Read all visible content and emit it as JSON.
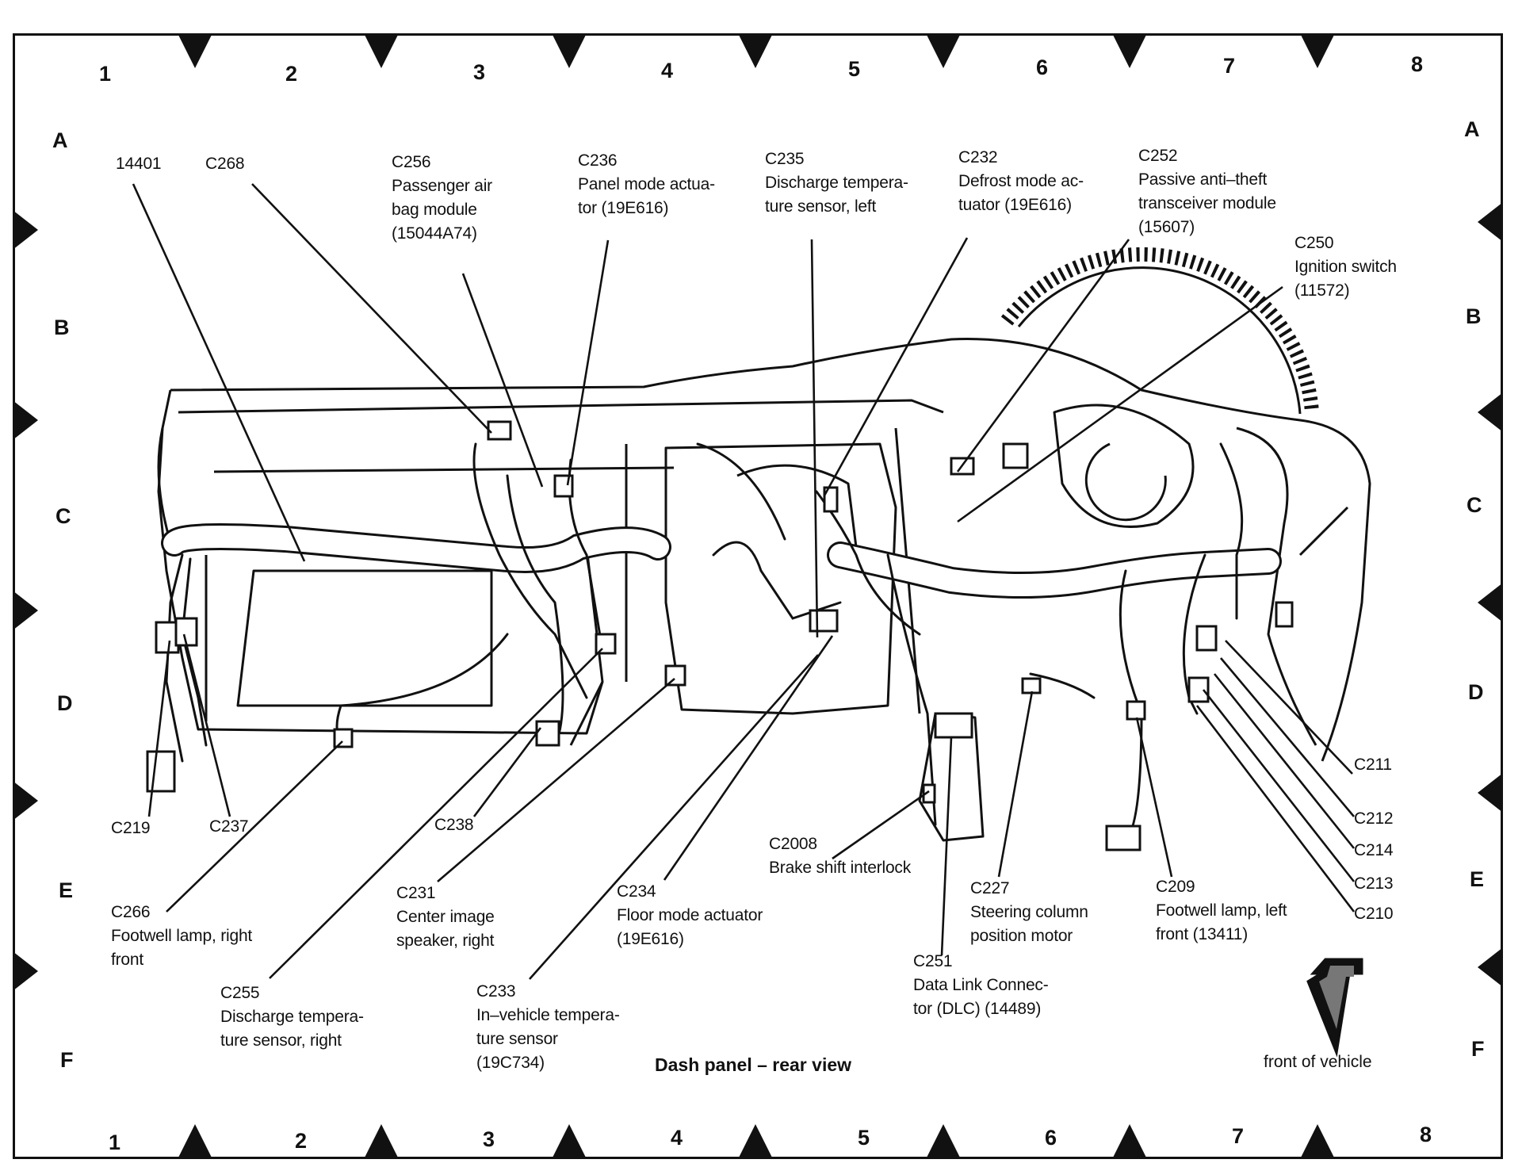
{
  "grid": {
    "columns": [
      "1",
      "2",
      "3",
      "4",
      "5",
      "6",
      "7",
      "8"
    ],
    "rows": [
      "A",
      "B",
      "C",
      "D",
      "E",
      "F"
    ]
  },
  "title": "Dash panel – rear view",
  "front_label": "front of vehicle",
  "callouts": {
    "c14401": [
      "14401"
    ],
    "c268": [
      "C268"
    ],
    "c256": [
      "C256",
      "Passenger air",
      "bag module",
      "(15044A74)"
    ],
    "c236": [
      "C236",
      "Panel mode actua-",
      "tor (19E616)"
    ],
    "c235": [
      "C235",
      "Discharge tempera-",
      "ture sensor, left"
    ],
    "c232": [
      "C232",
      "Defrost mode ac-",
      "tuator (19E616)"
    ],
    "c252": [
      "C252",
      "Passive anti–theft",
      "transceiver module",
      "(15607)"
    ],
    "c250": [
      "C250",
      "Ignition switch",
      "(11572)"
    ],
    "c219": [
      "C219"
    ],
    "c237": [
      "C237"
    ],
    "c238": [
      "C238"
    ],
    "c266": [
      "C266",
      "Footwell lamp, right",
      "front"
    ],
    "c255": [
      "C255",
      "Discharge tempera-",
      "ture sensor, right"
    ],
    "c231": [
      "C231",
      "Center image",
      "speaker, right"
    ],
    "c233": [
      "C233",
      "In–vehicle tempera-",
      "ture sensor",
      "(19C734)"
    ],
    "c234": [
      "C234",
      "Floor mode actuator",
      "(19E616)"
    ],
    "c2008": [
      "C2008",
      "Brake shift interlock"
    ],
    "c251": [
      "C251",
      "Data Link Connec-",
      "tor (DLC) (14489)"
    ],
    "c227": [
      "C227",
      "Steering column",
      "position motor"
    ],
    "c209": [
      "C209",
      "Footwell lamp, left",
      "front (13411)"
    ],
    "c211": [
      "C211"
    ],
    "c212": [
      "C212"
    ],
    "c214": [
      "C214"
    ],
    "c213": [
      "C213"
    ],
    "c210": [
      "C210"
    ]
  }
}
